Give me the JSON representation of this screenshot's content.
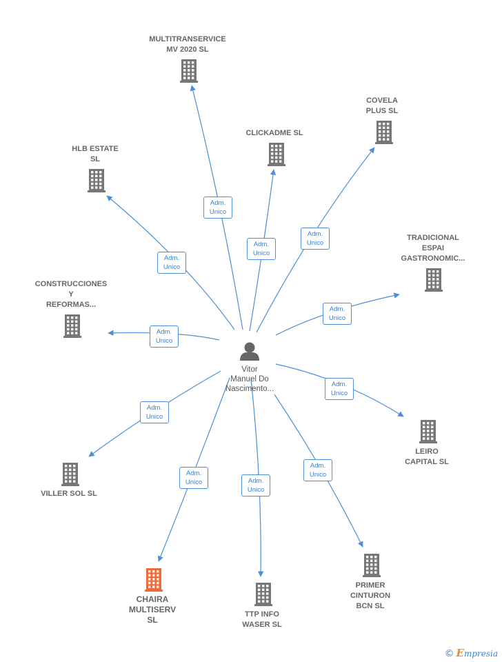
{
  "center": {
    "name": "Vitor\nManuel Do\nNascimento..."
  },
  "companies": [
    {
      "id": "multitranservice",
      "name": "MULTITRANSERVICE\nMV 2020  SL",
      "highlight": false,
      "relation": "Adm.\nUnico"
    },
    {
      "id": "clickadme",
      "name": "CLICKADME SL",
      "highlight": false,
      "relation": "Adm.\nUnico"
    },
    {
      "id": "covela",
      "name": "COVELA\nPLUS  SL",
      "highlight": false,
      "relation": "Adm.\nUnico"
    },
    {
      "id": "hlb-estate",
      "name": "HLB ESTATE\nSL",
      "highlight": false,
      "relation": "Adm.\nUnico"
    },
    {
      "id": "tradicional",
      "name": "TRADICIONAL\nESPAI\nGASTRONOMIC...",
      "highlight": false,
      "relation": "Adm.\nUnico"
    },
    {
      "id": "construcciones",
      "name": "CONSTRUCCIONES\nY\nREFORMAS...",
      "highlight": false,
      "relation": "Adm.\nUnico"
    },
    {
      "id": "leiro",
      "name": "LEIRO\nCAPITAL  SL",
      "highlight": false,
      "relation": "Adm.\nUnico"
    },
    {
      "id": "viller",
      "name": "VILLER SOL  SL",
      "highlight": false,
      "relation": "Adm.\nUnico"
    },
    {
      "id": "chaira",
      "name": "CHAIRA\nMULTISERV\nSL",
      "highlight": true,
      "relation": "Adm.\nUnico"
    },
    {
      "id": "ttp",
      "name": "TTP INFO\nWASER SL",
      "highlight": false,
      "relation": "Adm.\nUnico"
    },
    {
      "id": "primer",
      "name": "PRIMER\nCINTURON\nBCN SL",
      "highlight": false,
      "relation": "Adm.\nUnico"
    }
  ],
  "colors": {
    "building": "#777777",
    "highlight": "#f26a3a",
    "edge": "#4a8fd8",
    "person": "#666666"
  },
  "footer": {
    "copyright": "©",
    "brand_initial": "E",
    "brand_rest": "mpresia"
  }
}
